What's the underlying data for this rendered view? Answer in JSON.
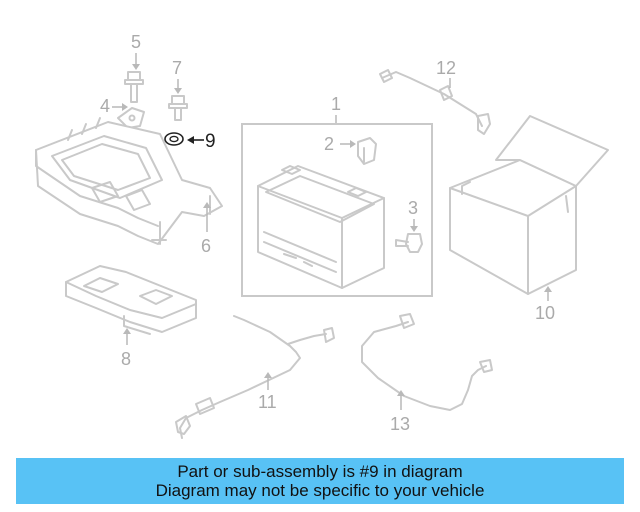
{
  "callouts": {
    "c1": "1",
    "c2": "2",
    "c3": "3",
    "c4": "4",
    "c5": "5",
    "c6": "6",
    "c7": "7",
    "c8": "8",
    "c9": "9",
    "c10": "10",
    "c11": "11",
    "c12": "12",
    "c13": "13"
  },
  "highlight": {
    "part": "9",
    "color": "#222222"
  },
  "banner": {
    "line1": "Part or sub-assembly is #9 in diagram",
    "line2": "Diagram may not be specific to your vehicle",
    "background": "#58c2f5"
  },
  "colors": {
    "line_art": "#c9c9c9",
    "callout_text": "#aaaaaa"
  }
}
